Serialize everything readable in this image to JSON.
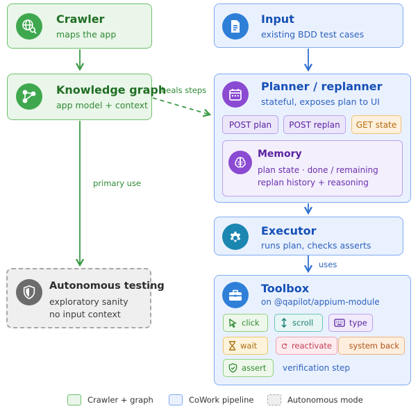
{
  "nodes": {
    "crawler": {
      "title": "Crawler",
      "subtitle": "maps the app",
      "icon": "globe-search-icon"
    },
    "knowledge_graph": {
      "title": "Knowledge graph",
      "subtitle": "app model + context",
      "icon": "graph-icon"
    },
    "autonomous": {
      "title": "Autonomous testing",
      "line1": "exploratory sanity",
      "line2": "no input context",
      "icon": "shield-icon"
    },
    "input": {
      "title": "Input",
      "subtitle": "existing BDD test cases",
      "icon": "document-icon"
    },
    "planner": {
      "title": "Planner / replanner",
      "subtitle": "stateful, exposes plan to UI",
      "icon": "calendar-icon",
      "endpoints": [
        "POST plan",
        "POST replan",
        "GET state"
      ]
    },
    "memory": {
      "title": "Memory",
      "line1": "plan state · done / remaining",
      "line2": "replan history + reasoning",
      "icon": "brain-icon"
    },
    "executor": {
      "title": "Executor",
      "subtitle": "runs plan, checks asserts",
      "icon": "gear-icon"
    },
    "toolbox": {
      "title": "Toolbox",
      "subtitle": "on @qapilot/appium-module",
      "icon": "toolbox-icon",
      "tools": {
        "click": "click",
        "scroll": "scroll",
        "type": "type",
        "wait": "wait",
        "reactivate": "reactivate",
        "system_back": "system back",
        "assert": "assert"
      },
      "assert_note": "verification step"
    }
  },
  "edges": {
    "heals_steps": "heals steps",
    "primary_use": "primary use",
    "uses": "uses"
  },
  "legend": {
    "green": "Crawler + graph",
    "blue": "CoWork pipeline",
    "gray": "Autonomous mode"
  },
  "colors": {
    "green_accent": "#3fa84f",
    "blue_accent": "#2f7fd8",
    "purple_accent": "#8a4ad2",
    "teal_accent": "#1b86b2",
    "gray_accent": "#6c6c6c"
  }
}
